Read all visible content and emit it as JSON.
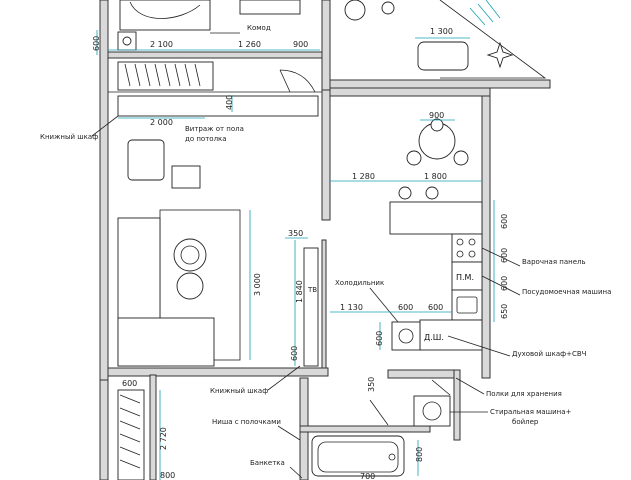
{
  "labels": {
    "komod": "Комод",
    "knizhny_shkaf_1": "Книжный шкаф",
    "vitrazh_line1": "Витраж от пола",
    "vitrazh_line2": "до потолка",
    "kholodilnik": "Холодильник",
    "varochnaya": "Варочная панель",
    "posudomoechnaya": "Посудомоечная машина",
    "pm": "П.М.",
    "dsh": "Д.Ш.",
    "dukhovoy": "Духовой шкаф+СВЧ",
    "knizhny_shkaf_2": "Книжный шкаф",
    "polki": "Полки для хранения",
    "stiralnaya_line1": "Стиральная машина+",
    "stiralnaya_line2": "бойлер",
    "nisha": "Ниша с полочками",
    "banketka": "Банкетка",
    "tb": "ТВ"
  },
  "dims": {
    "d600_left": "600",
    "d2100": "2 100",
    "d1260": "1 260",
    "d900_top": "900",
    "d1300": "1 300",
    "d400": "400",
    "d2000": "2 000",
    "d900_table": "900",
    "d1280": "1 280",
    "d1800": "1 800",
    "d350": "350",
    "d1840": "1 840",
    "d3000": "3 000",
    "d1130": "1 130",
    "d600_a": "600",
    "d600_b": "600",
    "d600_c": "600",
    "d600_r1": "600",
    "d600_r2": "600",
    "d600_r3": "600",
    "d650": "650",
    "d600_v": "600",
    "d600_bottom_left": "600",
    "d2720": "2 720",
    "d800_a": "800",
    "d800_b": "800",
    "d350_b": "350",
    "d700": "700"
  },
  "colors": {
    "teal": "#1a9fb0",
    "wall": "#d9d9d9",
    "dark": "#2a2a2a"
  }
}
